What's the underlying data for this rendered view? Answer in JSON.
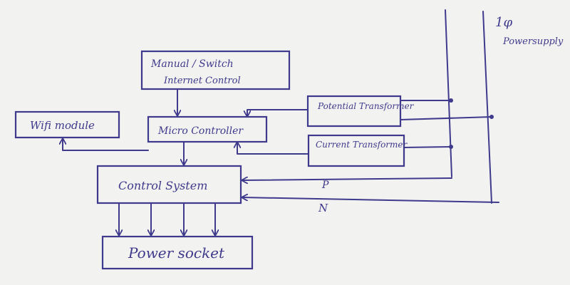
{
  "blocks": {
    "manual_switch": "Manual / Switch",
    "internet_control": "Internet Control",
    "wifi_module": "Wifi module",
    "micro_controller": "Micro Controller",
    "potential_transformer": "Potential Transformer",
    "current_transformer": "Current Transformer",
    "control_system": "Control System",
    "power_socket": "Power socket"
  },
  "labels": {
    "phase_symbol": "1φ",
    "power_supply": "Powersupply",
    "p": "P",
    "n": "N"
  },
  "colors": {
    "ink": "#3f3a8c",
    "paper": "#f2f2f0"
  }
}
